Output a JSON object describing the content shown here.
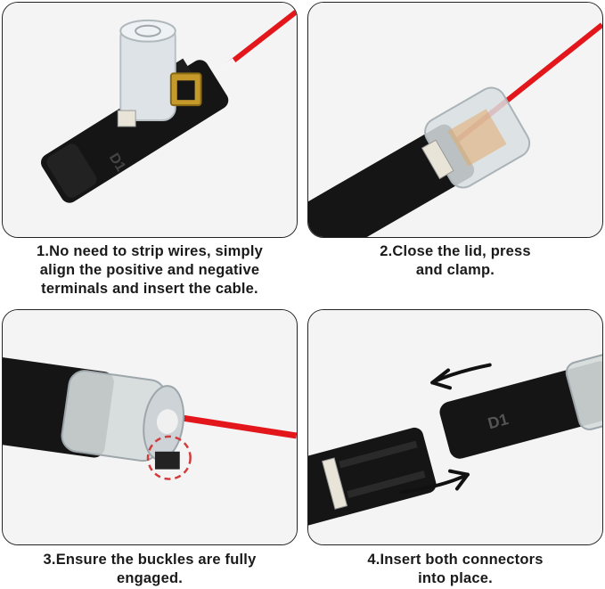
{
  "steps": [
    {
      "step": 1,
      "caption_lines": [
        "1.No need to strip wires, simply",
        "align the positive and negative",
        "terminals and insert the cable."
      ],
      "connector_marking": "D1"
    },
    {
      "step": 2,
      "caption_lines": [
        "2.Close the lid, press",
        "and clamp."
      ]
    },
    {
      "step": 3,
      "caption_lines": [
        "3.Ensure the buckles are fully",
        "engaged."
      ]
    },
    {
      "step": 4,
      "caption_lines": [
        "4.Insert both connectors",
        "into place."
      ],
      "connector_marking": "D1"
    }
  ],
  "colors": {
    "wire": "#e3161b",
    "connector_body": "#151515",
    "highlight_circle": "#d23b3b",
    "border": "#222222"
  }
}
